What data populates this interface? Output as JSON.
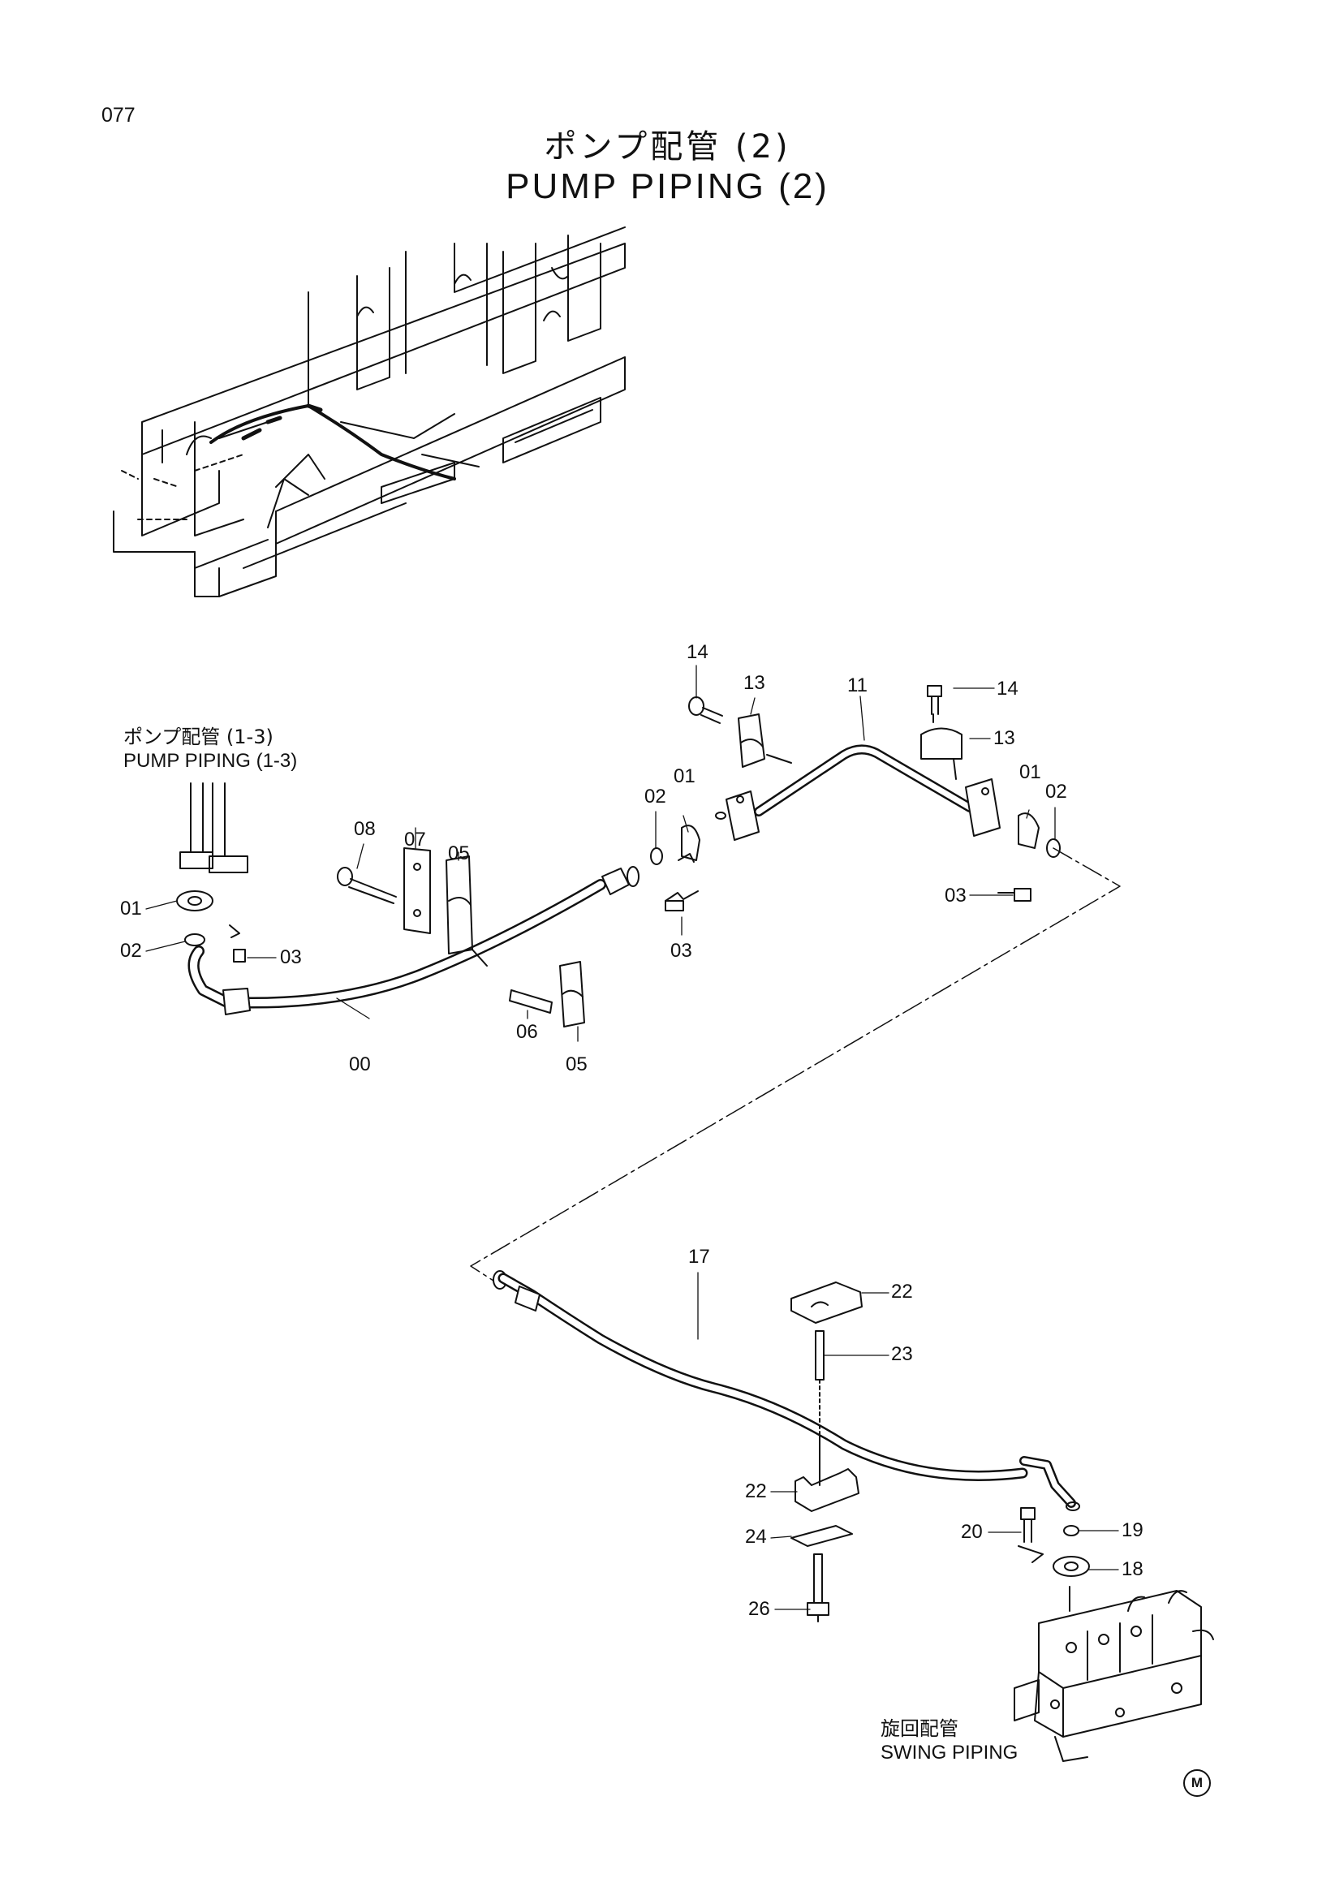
{
  "page": {
    "number": "077",
    "title_jp": "ポンプ配管 (2)",
    "title_en": "PUMP PIPING (2)"
  },
  "references": {
    "pump_piping_1_3": {
      "jp": "ポンプ配管 (1-3)",
      "en": "PUMP PIPING (1-3)"
    },
    "swing_piping": {
      "jp": "旋回配管",
      "en": "SWING PIPING"
    }
  },
  "callouts": {
    "c14a": "14",
    "c13a": "13",
    "c11": "11",
    "c14b": "14",
    "c13b": "13",
    "c02a": "02",
    "c01a": "01",
    "c01b": "01",
    "c02b": "02",
    "c08": "08",
    "c07": "07",
    "c05a": "05",
    "c01c": "01",
    "c02c": "02",
    "c03a": "03",
    "c03b": "03",
    "c03c": "03",
    "c00": "00",
    "c06": "06",
    "c05b": "05",
    "c17": "17",
    "c22a": "22",
    "c23": "23",
    "c22b": "22",
    "c24": "24",
    "c26": "26",
    "c20": "20",
    "c19": "19",
    "c18": "18"
  },
  "mark": "M"
}
